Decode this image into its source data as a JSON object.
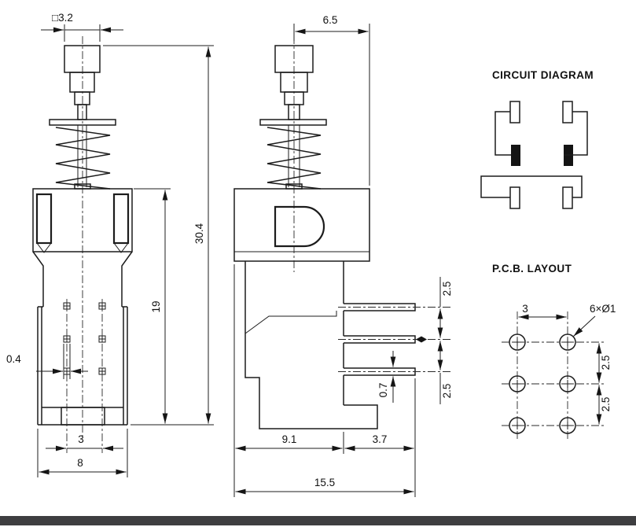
{
  "page": {
    "background_color": "#ffffff",
    "footer_bar_color": "#3e3e40"
  },
  "sections": {
    "circuit_diagram_title": "CIRCUIT DIAGRAM",
    "pcb_layout_title": "P.C.B. LAYOUT"
  },
  "front_view": {
    "dim_cap_square": "□3.2",
    "dim_overall_height": "30.4",
    "dim_body_height": "19",
    "dim_pin_width": "0.4",
    "dim_pin_pitch": "3",
    "dim_body_width": "8"
  },
  "side_view": {
    "dim_top_offset": "6.5",
    "dim_pin_pitch_upper": "2.5",
    "dim_pin_pitch_lower": "2.5",
    "dim_pin_thickness": "0.7",
    "dim_body_depth": "9.1",
    "dim_pin_protrusion": "3.7",
    "dim_overall_depth": "15.5"
  },
  "pcb_layout": {
    "dim_hole_pitch_x": "3",
    "dim_hole_note": "6×Ø1",
    "dim_hole_pitch_y_upper": "2.5",
    "dim_hole_pitch_y_lower": "2.5"
  }
}
